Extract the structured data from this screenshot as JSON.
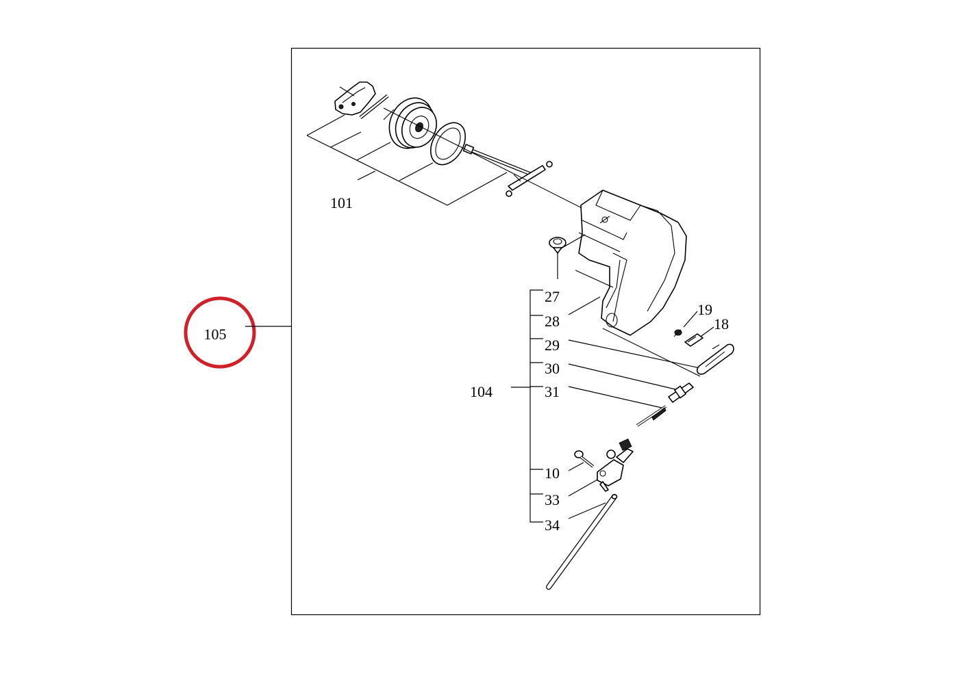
{
  "highlight_color": "#d0202a",
  "assembly": {
    "label": "105"
  },
  "groups": {
    "g101": "101",
    "g104": "104"
  },
  "callouts": {
    "c27": "27",
    "c28": "28",
    "c29": "29",
    "c30": "30",
    "c31": "31",
    "c10": "10",
    "c33": "33",
    "c34": "34",
    "c19": "19",
    "c18": "18"
  }
}
